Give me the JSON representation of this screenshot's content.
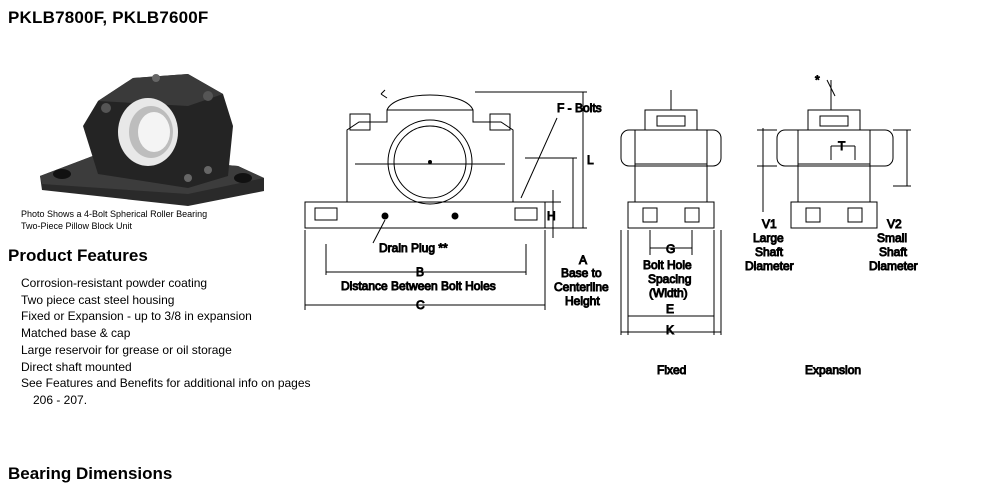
{
  "page": {
    "title": "PKLB7800F, PKLB7600F"
  },
  "photo": {
    "caption_line1": "Photo Shows a 4-Bolt Spherical Roller Bearing",
    "caption_line2": "Two-Piece Pillow Block Unit"
  },
  "features": {
    "heading": "Product Features",
    "items": [
      "Corrosion-resistant powder coating",
      "Two piece cast steel housing",
      "Fixed or Expansion - up to 3/8 in expansion",
      "Matched base & cap",
      "Large reservoir for grease or oil storage",
      "Direct shaft mounted",
      "See Features and Benefits for additional info on pages",
      "206 - 207."
    ]
  },
  "dimensions": {
    "heading": "Bearing Dimensions"
  },
  "drawing": {
    "labels": {
      "f_bolts": "F - Bolts",
      "l": "L",
      "h": "H",
      "drain_plug": "Drain Plug **",
      "a": "A",
      "a_desc1": "Base to",
      "a_desc2": "Centerline",
      "a_desc3": "Height",
      "b": "B",
      "b_desc": "Distance Between Bolt Holes",
      "c": "C",
      "g": "G",
      "g_desc1": "Bolt Hole",
      "g_desc2": "Spacing",
      "g_desc3": "(Width)",
      "e": "E",
      "k": "K",
      "fixed": "Fixed",
      "asterisk": "*",
      "t": "T",
      "v1": "V1",
      "v1_desc1": "Large",
      "v1_desc2": "Shaft",
      "v1_desc3": "Diameter",
      "v2": "V2",
      "v2_desc1": "Small",
      "v2_desc2": "Shaft",
      "v2_desc3": "Diameter",
      "expansion": "Expansion"
    }
  }
}
